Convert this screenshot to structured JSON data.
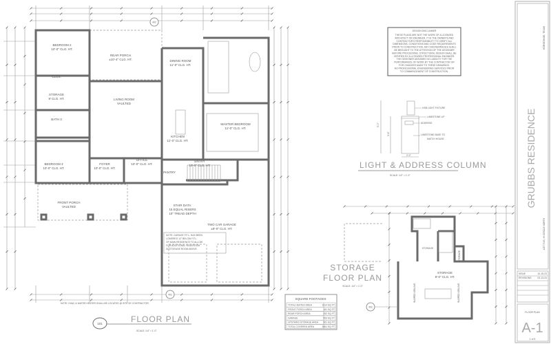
{
  "title_block": {
    "project": "GRUBBS RESIDENCE",
    "location": "HORSESHOE, TEXAS",
    "lot": "LOT 7040, HI CIRCLE NORTH",
    "revisions": [
      {
        "label": "ISSUE",
        "date": "10-15-23"
      },
      {
        "label": "REVISIONS",
        "date": "03-13-24"
      }
    ],
    "sheet_title": "FLOOR PLAN",
    "sheet_number": "A-1",
    "sheet_count": "1 of 5"
  },
  "floor_plan": {
    "detail_number": "101",
    "title": "FLOOR PLAN",
    "scale": "SCALE: 1/4\" = 1'-0\"",
    "note": "NOTE: HVAC & WATER HEATER SHALL BE LOCATED @ SITE BY CONTRACTOR.",
    "section_marker": "402",
    "rooms": [
      {
        "name": "BEDROOM 2",
        "detail": "10'-0\" CLG. HT."
      },
      {
        "name": "REAR PORCH",
        "detail": "±10'-4\" CLG. HT."
      },
      {
        "name": "CLOS.",
        "detail": ""
      },
      {
        "name": "STORAGE",
        "detail": "9' CLG. HT."
      },
      {
        "name": "BATH 3",
        "detail": ""
      },
      {
        "name": "LIVING ROOM",
        "detail": "VAULTED"
      },
      {
        "name": "DINING ROOM",
        "detail": "11'-0\" CLG. HT."
      },
      {
        "name": "KITCHEN",
        "detail": "11'-0\" CLG. HT."
      },
      {
        "name": "MASTER BEDROOM",
        "detail": "11'-0\" CLG. HT."
      },
      {
        "name": "BEDROOM 3",
        "detail": "10'-0\" CLG. HT."
      },
      {
        "name": "FOYER",
        "detail": "10'-0\" CLG. HT."
      },
      {
        "name": "OFFICE",
        "detail": "10'-0\" CLG. HT."
      },
      {
        "name": "PANTRY",
        "detail": ""
      },
      {
        "name": "ENTRY",
        "detail": "10'-0\" CLG. HT."
      },
      {
        "name": "TWO CAR GARAGE",
        "detail": "±9'-0\" CLG. HT."
      },
      {
        "name": "FRONT PORCH",
        "detail": "VAULTED"
      }
    ],
    "stair_data": [
      "STAIR DATA:",
      "15 EQUAL RISERS",
      "10\" TREAD DEPTH"
    ],
    "garage_note": [
      "NOTE: GARAGE F.F.L. HAS BEEN",
      "LOWERED 12\" BELOW F.F.L.",
      "OF MAIN RESIDENCE TO ALLOW",
      "FOR ADDITIONAL HEADROOM",
      "IN STORAGE ROOM ABOVE."
    ]
  },
  "disclaimer": {
    "title": "DESIGN DISCLAIMER",
    "lines": [
      "THESE PLANS ARE NOT THE WORK OF A LICENSED",
      "ARCHITECT OR ENGINEER. IT IS THE OWNER'S AND",
      "CONTRACTOR'S RESPONSIBILITY TO VERIFY ALL",
      "DIMENSIONS, CONDITIONS AND CODE REQUIREMENTS",
      "PRIOR TO CONSTRUCTION. ANY DISCREPANCIES SHALL",
      "BE BROUGHT TO THE ATTENTION OF THE DESIGNER",
      "BEFORE PROCEEDING. STRUCTURAL DESIGN SHALL BE",
      "VERIFIED BY A LICENSED PROFESSIONAL ENGINEER.",
      "THE DESIGNER ASSUMES NO LIABILITY FOR THE",
      "PERFORMANCE OF WORK BY THE CONTRACTOR OR",
      "FOR CHANGES MADE TO THESE DRAWINGS.",
      "NO PROFESSIONAL ENGINEERING SERVICES PRIOR",
      "TO COMMENCEMENT OF CONSTRUCTION."
    ]
  },
  "light_column": {
    "title": "LIGHT & ADDRESS COLUMN",
    "scale": "SCALE: 1/2\" = 1'-0\"",
    "callouts": [
      "HSB LIGHT FIXTURE",
      "LIMESTONE LIP",
      "ADDRESS",
      "LIMESTONE BASE TO",
      "MATCH HOUSE"
    ],
    "dims": [
      "5'-0\"",
      "3'-6\"",
      "2'-0\""
    ]
  },
  "storage_plan": {
    "title_line1": "STORAGE",
    "title_line2": "FLOOR PLAN",
    "scale": "SCALE: 1/4\" = 1'-0\"",
    "section_marker": "402",
    "rooms": [
      {
        "name": "STORAGE",
        "detail": ""
      },
      {
        "name": "STORAGE",
        "detail": ""
      },
      {
        "name": "STORAGE",
        "detail": "8'-0\" CLG. HT."
      }
    ],
    "notes": [
      "SLOPED CEILING",
      "SLOPED CEILING"
    ]
  },
  "square_footages": {
    "title": "SQUARE FOOTAGES",
    "rows": [
      {
        "label": "TOTAL HEATED AREA",
        "value": "1914 SQ FT"
      },
      {
        "label": "FRONT PORCH AREA",
        "value": "181 SQ FT"
      },
      {
        "label": "REAR PORCH AREA",
        "value": "252 SQ FT"
      },
      {
        "label": "GARAGE",
        "value": "553 SQ FT"
      },
      {
        "label": "UPSTAIRS STORAGE AREA",
        "value": "561 SQ FT"
      },
      {
        "label": "TOTAL COVERED AREA",
        "value": "3461 SQ FT"
      }
    ]
  }
}
